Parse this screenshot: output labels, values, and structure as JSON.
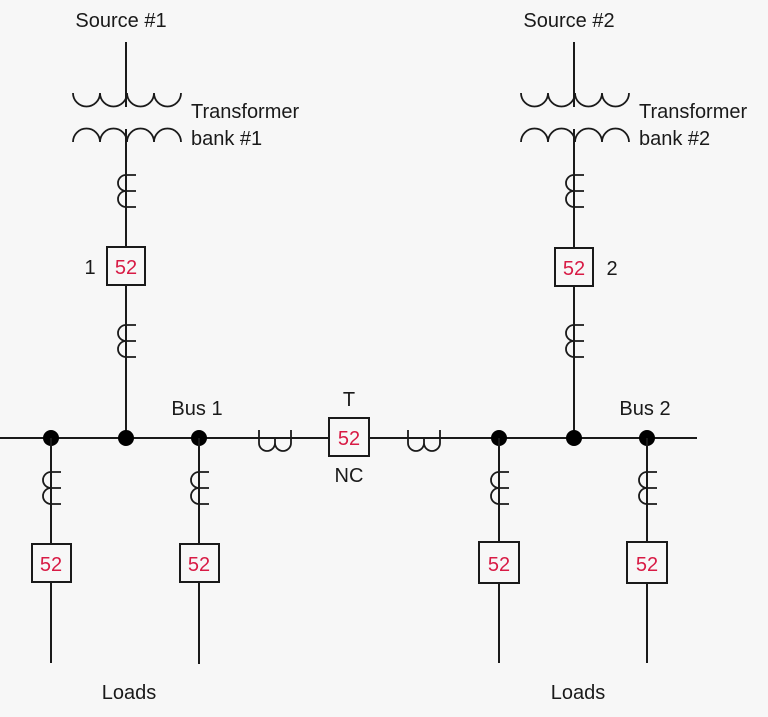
{
  "diagram": {
    "title": "Two-source secondary selective system with normally closed tie breaker",
    "colors": {
      "line": "#1a1a1a",
      "breaker_label": "#d81b45",
      "background": "#f7f7f7"
    },
    "sources": [
      {
        "label": "Source #1",
        "transformer_label_1": "Transformer",
        "transformer_label_2": "bank #1",
        "breaker_id": "1",
        "breaker_label": "52"
      },
      {
        "label": "Source #2",
        "transformer_label_1": "Transformer",
        "transformer_label_2": "bank #2",
        "breaker_id": "2",
        "breaker_label": "52"
      }
    ],
    "buses": [
      {
        "label": "Bus 1"
      },
      {
        "label": "Bus 2"
      }
    ],
    "tie_breaker": {
      "label": "52",
      "top_label": "T",
      "bottom_label": "NC"
    },
    "feeders": [
      {
        "breaker_label": "52"
      },
      {
        "breaker_label": "52"
      },
      {
        "breaker_label": "52"
      },
      {
        "breaker_label": "52"
      }
    ],
    "loads_labels": [
      "Loads",
      "Loads"
    ]
  }
}
